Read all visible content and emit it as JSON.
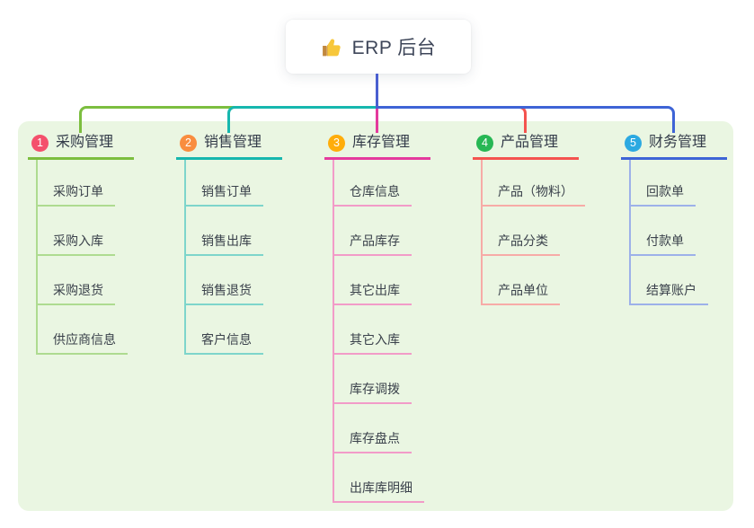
{
  "root": {
    "label": "ERP 后台",
    "icon": "thumbs-up-icon"
  },
  "colors": {
    "panel_bg": "#EAF6E2",
    "root_line": "#4A5FD0",
    "header_text": "#333B49",
    "item_text": "#3A414B"
  },
  "branches": [
    {
      "badge": "1",
      "label": "采购管理",
      "badge_color": "#F4506C",
      "line_color": "#7CBE3F",
      "sub_line_color": "#AEDB90",
      "items": [
        "采购订单",
        "采购入库",
        "采购退货",
        "供应商信息"
      ]
    },
    {
      "badge": "2",
      "label": "销售管理",
      "badge_color": "#F98D3F",
      "line_color": "#16B7AE",
      "sub_line_color": "#7ED5CB",
      "items": [
        "销售订单",
        "销售出库",
        "销售退货",
        "客户信息"
      ]
    },
    {
      "badge": "3",
      "label": "库存管理",
      "badge_color": "#FFAD0A",
      "line_color": "#E43A9D",
      "sub_line_color": "#F29BC8",
      "items": [
        "仓库信息",
        "产品库存",
        "其它出库",
        "其它入库",
        "库存调拨",
        "库存盘点",
        "出库库明细"
      ]
    },
    {
      "badge": "4",
      "label": "产品管理",
      "badge_color": "#27B754",
      "line_color": "#F4534F",
      "sub_line_color": "#F7ABA7",
      "items": [
        "产品（物料）",
        "产品分类",
        "产品单位"
      ]
    },
    {
      "badge": "5",
      "label": "财务管理",
      "badge_color": "#2CA9E1",
      "line_color": "#3E64D6",
      "sub_line_color": "#9DB1E9",
      "items": [
        "回款单",
        "付款单",
        "结算账户"
      ]
    }
  ]
}
